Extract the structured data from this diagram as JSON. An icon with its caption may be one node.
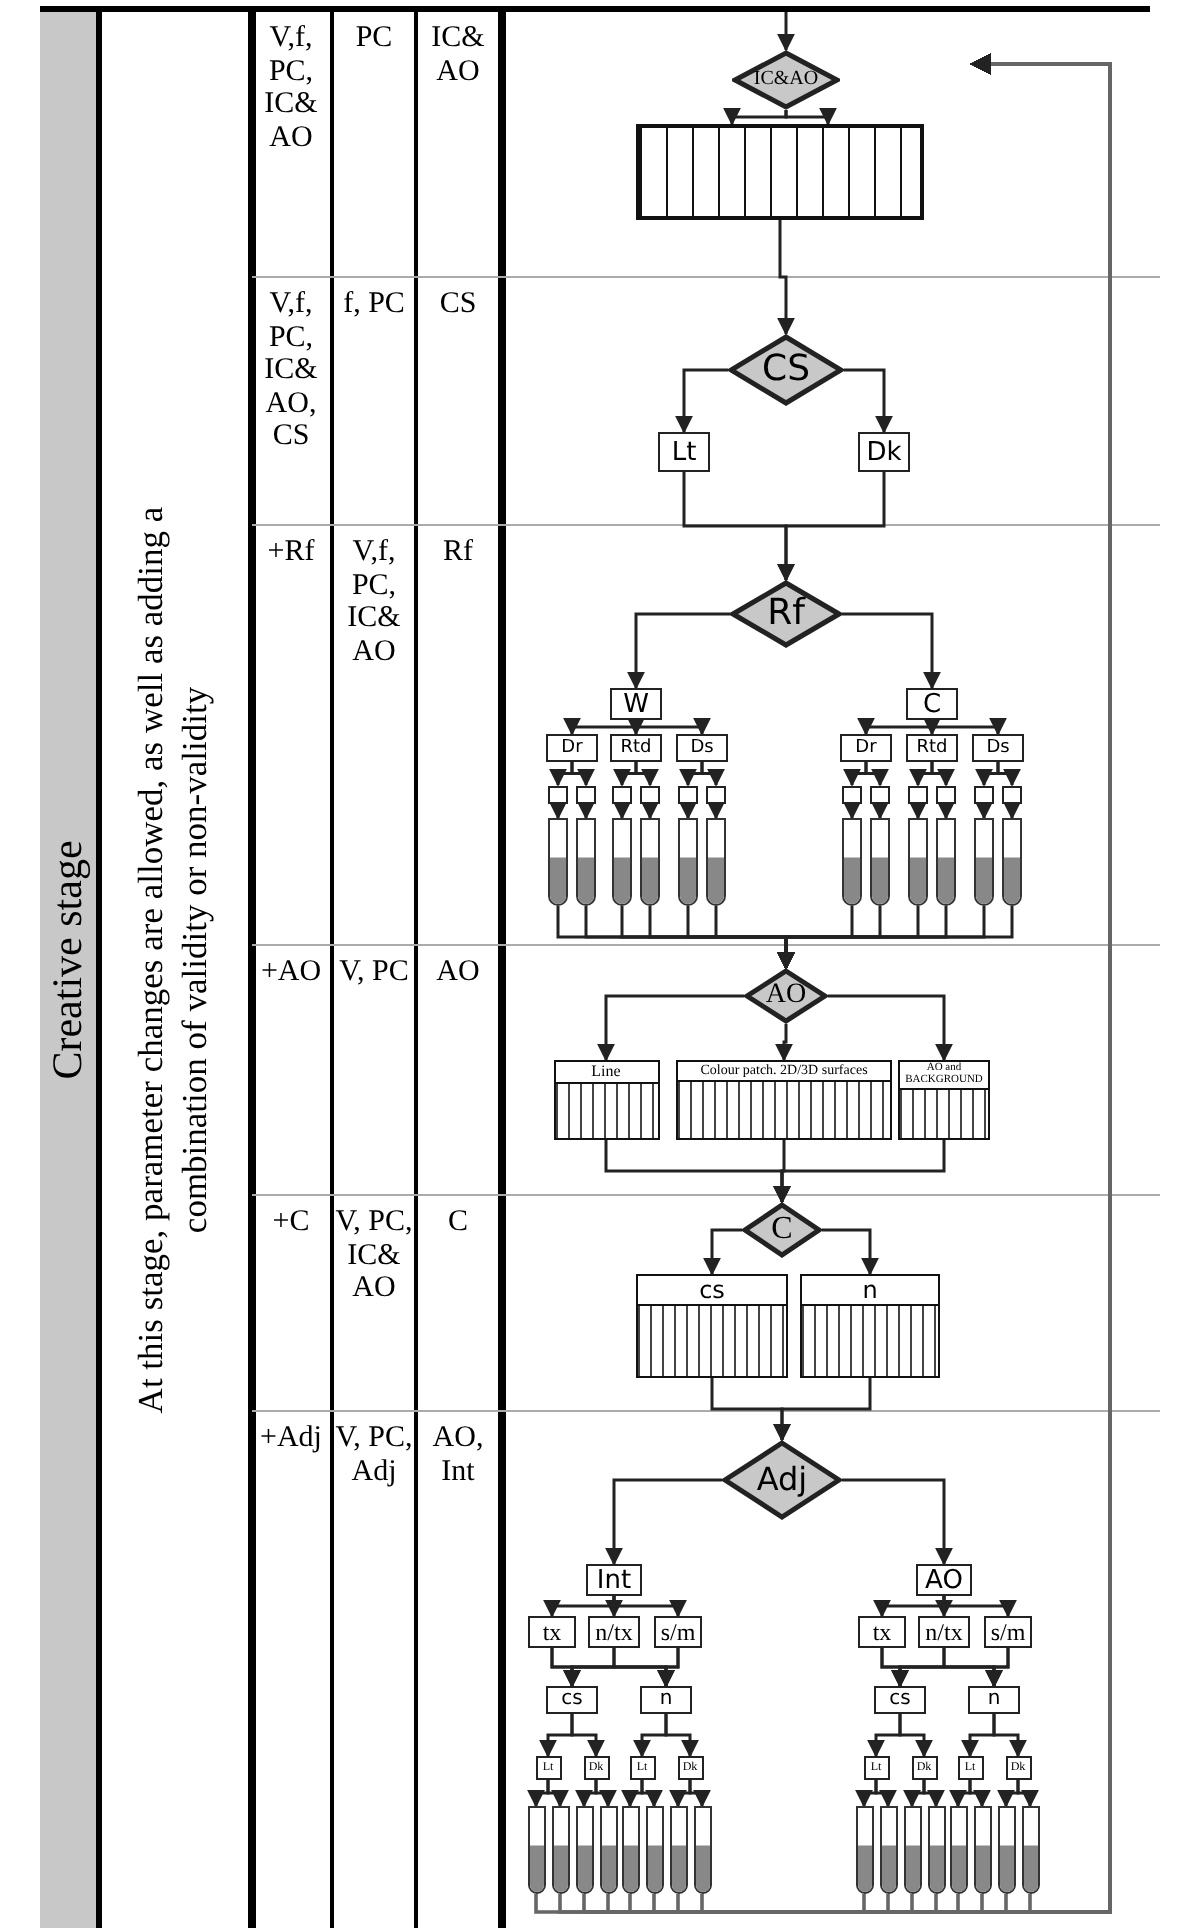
{
  "diagram": {
    "nodes": [
      {
        "text": [
          "IC&AO"
        ]
      },
      {
        "text": [],
        "shape": "box"
      },
      {
        "text": [
          "CS"
        ]
      },
      {
        "text": [
          "Lt"
        ]
      },
      {
        "text": [
          "Dk"
        ]
      },
      {
        "text": [
          "Rf"
        ]
      },
      {
        "text": [
          "W"
        ]
      },
      {
        "text": [
          "C"
        ]
      },
      {
        "text": [
          "Dr"
        ]
      },
      {
        "text": [
          "Rtd"
        ]
      },
      {
        "text": [
          "Ds"
        ]
      },
      {
        "text": [
          "Dr"
        ]
      },
      {
        "text": [
          "Rtd"
        ]
      },
      {
        "text": [
          "Ds"
        ]
      },
      {
        "text": [],
        "shape": "box"
      },
      {
        "text": [],
        "shape": "box"
      },
      {
        "text": [],
        "shape": "box"
      },
      {
        "text": [],
        "shape": "box"
      },
      {
        "text": [],
        "shape": "box"
      },
      {
        "text": [],
        "shape": "box"
      },
      {
        "text": [],
        "shape": "box"
      },
      {
        "text": [],
        "shape": "box"
      },
      {
        "text": [],
        "shape": "box"
      },
      {
        "text": [],
        "shape": "box"
      },
      {
        "text": [],
        "shape": "box"
      },
      {
        "text": [],
        "shape": "box"
      },
      {
        "text": [],
        "shape": "tube"
      },
      {
        "text": [],
        "shape": "tube"
      },
      {
        "text": [],
        "shape": "tube"
      },
      {
        "text": [],
        "shape": "tube"
      },
      {
        "text": [],
        "shape": "tube"
      },
      {
        "text": [],
        "shape": "tube"
      },
      {
        "text": [],
        "shape": "tube"
      },
      {
        "text": [],
        "shape": "tube"
      },
      {
        "text": [],
        "shape": "tube"
      },
      {
        "text": [],
        "shape": "tube"
      },
      {
        "text": [],
        "shape": "tube"
      },
      {
        "text": [],
        "shape": "tube"
      },
      {
        "text": [
          "AO"
        ]
      },
      {
        "text": [
          "Line"
        ]
      },
      {
        "text": [
          "Colour patch. 2D/3D surfaces"
        ]
      },
      {
        "text": [
          "AO and BACKGROUND"
        ]
      },
      {
        "text": [
          "C"
        ]
      },
      {
        "text": [
          "cs"
        ]
      },
      {
        "text": [
          "n"
        ]
      },
      {
        "text": [
          "Adj"
        ]
      },
      {
        "text": [
          "Int"
        ]
      },
      {
        "text": [
          "AO"
        ]
      },
      {
        "text": [
          "tx"
        ]
      },
      {
        "text": [
          "n/tx"
        ]
      },
      {
        "text": [
          "s/m"
        ]
      },
      {
        "text": [
          "tx"
        ]
      },
      {
        "text": [
          "n/tx"
        ]
      },
      {
        "text": [
          "s/m"
        ]
      },
      {
        "text": [
          "cs"
        ]
      },
      {
        "text": [
          "n"
        ]
      },
      {
        "text": [
          "cs"
        ]
      },
      {
        "text": [
          "n"
        ]
      },
      {
        "text": [
          "Lt"
        ]
      },
      {
        "text": [
          "Dk"
        ]
      },
      {
        "text": [
          "Lt"
        ]
      },
      {
        "text": [
          "Dk"
        ]
      },
      {
        "text": [
          "Lt"
        ]
      },
      {
        "text": [
          "Dk"
        ]
      },
      {
        "text": [
          "Lt"
        ]
      },
      {
        "text": [
          "Dk"
        ]
      },
      {
        "text": [],
        "shape": "tube"
      },
      {
        "text": [],
        "shape": "tube"
      },
      {
        "text": [],
        "shape": "tube"
      },
      {
        "text": [],
        "shape": "tube"
      },
      {
        "text": [],
        "shape": "tube"
      },
      {
        "text": [],
        "shape": "tube"
      },
      {
        "text": [],
        "shape": "tube"
      },
      {
        "text": [],
        "shape": "tube"
      },
      {
        "text": [],
        "shape": "tube"
      },
      {
        "text": [],
        "shape": "tube"
      },
      {
        "text": [],
        "shape": "tube"
      },
      {
        "text": [],
        "shape": "tube"
      },
      {
        "text": [],
        "shape": "tube"
      },
      {
        "text": [],
        "shape": "tube"
      },
      {
        "text": [],
        "shape": "tube"
      },
      {
        "text": [],
        "shape": "tube"
      }
    ],
    "edges": [
      {
        "from": null,
        "to": 0,
        "arrow": "to"
      },
      {
        "from": 0,
        "to": 1,
        "arrow": "to"
      },
      {
        "from": 0,
        "to": 1,
        "arrow": "to"
      },
      {
        "from": 1,
        "to": 2,
        "arrow": "to"
      },
      {
        "from": 2,
        "to": 3,
        "arrow": "to"
      },
      {
        "from": 2,
        "to": 4,
        "arrow": "to"
      },
      {
        "from": 3,
        "to": 5,
        "arrow": "to"
      },
      {
        "from": 4,
        "to": 5,
        "arrow": "to"
      },
      {
        "from": 5,
        "to": 6,
        "arrow": "to"
      },
      {
        "from": 5,
        "to": 7,
        "arrow": "to"
      },
      {
        "from": 6,
        "to": 8,
        "arrow": "to"
      },
      {
        "from": 6,
        "to": 9,
        "arrow": "to"
      },
      {
        "from": 6,
        "to": 10,
        "arrow": "to"
      },
      {
        "from": 7,
        "to": 11,
        "arrow": "to"
      },
      {
        "from": 7,
        "to": 12,
        "arrow": "to"
      },
      {
        "from": 7,
        "to": 13,
        "arrow": "to"
      },
      {
        "from": 8,
        "to": 14,
        "arrow": "to"
      },
      {
        "from": 8,
        "to": 15,
        "arrow": "to"
      },
      {
        "from": 9,
        "to": 16,
        "arrow": "to"
      },
      {
        "from": 9,
        "to": 17,
        "arrow": "to"
      },
      {
        "from": 10,
        "to": 18,
        "arrow": "to"
      },
      {
        "from": 10,
        "to": 19,
        "arrow": "to"
      },
      {
        "from": 11,
        "to": 20,
        "arrow": "to"
      },
      {
        "from": 11,
        "to": 21,
        "arrow": "to"
      },
      {
        "from": 12,
        "to": 22,
        "arrow": "to"
      },
      {
        "from": 12,
        "to": 23,
        "arrow": "to"
      },
      {
        "from": 13,
        "to": 24,
        "arrow": "to"
      },
      {
        "from": 13,
        "to": 25,
        "arrow": "to"
      },
      {
        "from": 14,
        "to": 26,
        "arrow": "to"
      },
      {
        "from": 15,
        "to": 27,
        "arrow": "to"
      },
      {
        "from": 16,
        "to": 28,
        "arrow": "to"
      },
      {
        "from": 17,
        "to": 29,
        "arrow": "to"
      },
      {
        "from": 18,
        "to": 30,
        "arrow": "to"
      },
      {
        "from": 19,
        "to": 31,
        "arrow": "to"
      },
      {
        "from": 20,
        "to": 32,
        "arrow": "to"
      },
      {
        "from": 21,
        "to": 33,
        "arrow": "to"
      },
      {
        "from": 22,
        "to": 34,
        "arrow": "to"
      },
      {
        "from": 23,
        "to": 35,
        "arrow": "to"
      },
      {
        "from": 24,
        "to": 36,
        "arrow": "to"
      },
      {
        "from": 25,
        "to": 37,
        "arrow": "to"
      },
      {
        "from": 26,
        "to": 38,
        "arrow": "to"
      },
      {
        "from": 27,
        "to": 38,
        "arrow": "to"
      },
      {
        "from": 28,
        "to": 38,
        "arrow": "to"
      },
      {
        "from": 29,
        "to": 38,
        "arrow": "to"
      },
      {
        "from": 30,
        "to": 38,
        "arrow": "to"
      },
      {
        "from": 31,
        "to": 38,
        "arrow": "to"
      },
      {
        "from": 32,
        "to": 38,
        "arrow": "to"
      },
      {
        "from": 33,
        "to": 38,
        "arrow": "to"
      },
      {
        "from": 34,
        "to": 38,
        "arrow": "to"
      },
      {
        "from": 35,
        "to": 38,
        "arrow": "to"
      },
      {
        "from": 36,
        "to": 38,
        "arrow": "to"
      },
      {
        "from": 37,
        "to": 38,
        "arrow": "to"
      },
      {
        "from": 38,
        "to": 39,
        "arrow": "to"
      },
      {
        "from": 38,
        "to": 40,
        "arrow": "to"
      },
      {
        "from": 38,
        "to": 41,
        "arrow": "to"
      },
      {
        "from": 39,
        "to": 42,
        "arrow": "to"
      },
      {
        "from": 40,
        "to": 42,
        "arrow": "to"
      },
      {
        "from": 41,
        "to": 42,
        "arrow": "to"
      },
      {
        "from": 42,
        "to": 43,
        "arrow": "to"
      },
      {
        "from": 42,
        "to": 44,
        "arrow": "to"
      },
      {
        "from": 43,
        "to": 45,
        "arrow": "to"
      },
      {
        "from": 44,
        "to": 45,
        "arrow": "to"
      },
      {
        "from": 45,
        "to": 46,
        "arrow": "to"
      },
      {
        "from": 45,
        "to": 47,
        "arrow": "to"
      },
      {
        "from": 46,
        "to": 48,
        "arrow": "to"
      },
      {
        "from": 46,
        "to": 49,
        "arrow": "to"
      },
      {
        "from": 46,
        "to": 50,
        "arrow": "to"
      },
      {
        "from": 47,
        "to": 51,
        "arrow": "to"
      },
      {
        "from": 47,
        "to": 52,
        "arrow": "to"
      },
      {
        "from": 47,
        "to": 53,
        "arrow": "to"
      },
      {
        "from": 48,
        "to": 54,
        "arrow": "to"
      },
      {
        "from": 48,
        "to": 55,
        "arrow": "to"
      },
      {
        "from": 49,
        "to": 54,
        "arrow": "to"
      },
      {
        "from": 49,
        "to": 55,
        "arrow": "to"
      },
      {
        "from": 50,
        "to": 54,
        "arrow": "to"
      },
      {
        "from": 50,
        "to": 55,
        "arrow": "to"
      },
      {
        "from": 51,
        "to": 56,
        "arrow": "to"
      },
      {
        "from": 51,
        "to": 57,
        "arrow": "to"
      },
      {
        "from": 52,
        "to": 56,
        "arrow": "to"
      },
      {
        "from": 52,
        "to": 57,
        "arrow": "to"
      },
      {
        "from": 53,
        "to": 56,
        "arrow": "to"
      },
      {
        "from": 53,
        "to": 57,
        "arrow": "to"
      },
      {
        "from": 54,
        "to": 58,
        "arrow": "to"
      },
      {
        "from": 54,
        "to": 59,
        "arrow": "to"
      },
      {
        "from": 55,
        "to": 60,
        "arrow": "to"
      },
      {
        "from": 55,
        "to": 61,
        "arrow": "to"
      },
      {
        "from": 56,
        "to": 62,
        "arrow": "to"
      },
      {
        "from": 56,
        "to": 63,
        "arrow": "to"
      },
      {
        "from": 57,
        "to": 64,
        "arrow": "to"
      },
      {
        "from": 57,
        "to": 65,
        "arrow": "to"
      },
      {
        "from": 58,
        "to": 66,
        "arrow": "to"
      },
      {
        "from": 58,
        "to": 67,
        "arrow": "to"
      },
      {
        "from": 59,
        "to": 68,
        "arrow": "to"
      },
      {
        "from": 59,
        "to": 69,
        "arrow": "to"
      },
      {
        "from": 60,
        "to": 70,
        "arrow": "to"
      },
      {
        "from": 60,
        "to": 71,
        "arrow": "to"
      },
      {
        "from": 61,
        "to": 72,
        "arrow": "to"
      },
      {
        "from": 61,
        "to": 73,
        "arrow": "to"
      },
      {
        "from": 62,
        "to": 74,
        "arrow": "to"
      },
      {
        "from": 62,
        "to": 75,
        "arrow": "to"
      },
      {
        "from": 63,
        "to": 76,
        "arrow": "to"
      },
      {
        "from": 63,
        "to": 77,
        "arrow": "to"
      },
      {
        "from": 64,
        "to": 78,
        "arrow": "to"
      },
      {
        "from": 64,
        "to": 79,
        "arrow": "to"
      },
      {
        "from": 65,
        "to": 80,
        "arrow": "to"
      },
      {
        "from": 65,
        "to": 81,
        "arrow": "to"
      },
      {
        "from": 66,
        "to": null,
        "arrow": "to"
      },
      {
        "from": 67,
        "to": null,
        "arrow": "to"
      },
      {
        "from": 68,
        "to": null,
        "arrow": "to"
      },
      {
        "from": 69,
        "to": null,
        "arrow": "to"
      },
      {
        "from": 70,
        "to": null,
        "arrow": "to"
      },
      {
        "from": 71,
        "to": null,
        "arrow": "to"
      },
      {
        "from": 72,
        "to": null,
        "arrow": "to"
      },
      {
        "from": 73,
        "to": null,
        "arrow": "to"
      },
      {
        "from": 74,
        "to": null,
        "arrow": "to"
      },
      {
        "from": 75,
        "to": null,
        "arrow": "to"
      },
      {
        "from": 76,
        "to": null,
        "arrow": "to"
      },
      {
        "from": 77,
        "to": null,
        "arrow": "to"
      },
      {
        "from": 78,
        "to": null,
        "arrow": "to"
      },
      {
        "from": 79,
        "to": null,
        "arrow": "to"
      },
      {
        "from": 80,
        "to": null,
        "arrow": "to"
      },
      {
        "from": 81,
        "to": null,
        "arrow": "to"
      }
    ],
    "labels": [
      "Creative stage",
      "At this stage, parameter changes are allowed, as well as adding a combination of validity or non-validity",
      "V,f, PC, IC& AO",
      "PC",
      "IC& AO",
      "V,f, PC, IC& AO, CS",
      "f, PC",
      "CS",
      "+Rf",
      "V,f, PC, IC& AO",
      "Rf",
      "+AO",
      "V, PC",
      "AO",
      "+C",
      "V, PC, IC& AO",
      "C",
      "+Adj",
      "V, PC, Adj",
      "AO, Int"
    ]
  }
}
